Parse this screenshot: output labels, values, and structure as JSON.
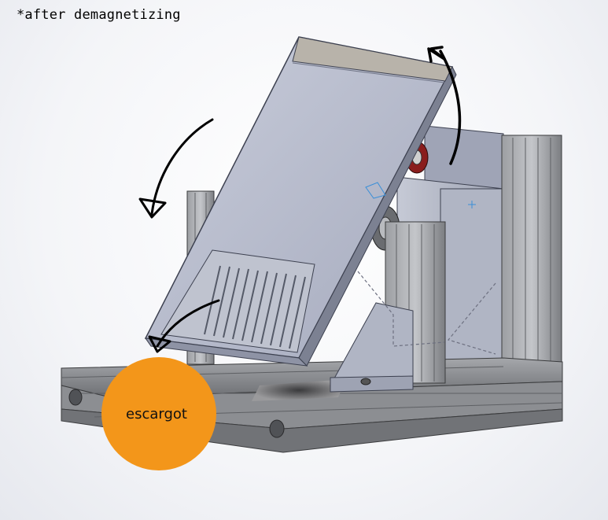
{
  "annotation": {
    "text": "*after demagnetizing"
  },
  "label": {
    "text": "escargot",
    "color": "#f3961a"
  },
  "colors": {
    "plate": "#b7bccd",
    "plate_edge": "#3d4150",
    "rail": "#8a8c90",
    "rail_dark": "#5e6064",
    "housing": "#b5b9c7",
    "bearing": "#8a1d1d",
    "arrow": "#000000"
  },
  "parts": [
    "tilting-plate",
    "plate-endcap",
    "slotted-grate",
    "base-extrusion-frame",
    "upright-extrusion-left",
    "upright-extrusion-center",
    "upright-extrusion-right",
    "motor-housing",
    "bearing",
    "hinge-bracket"
  ]
}
